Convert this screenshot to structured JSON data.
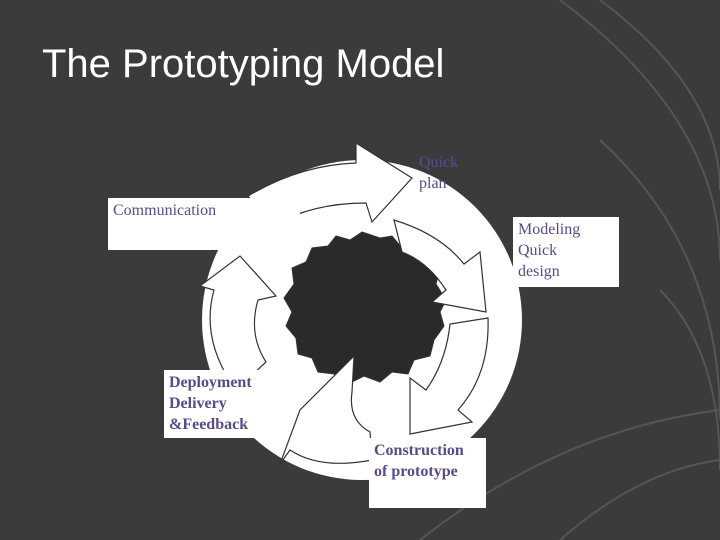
{
  "slide": {
    "title": "The Prototyping Model",
    "background_color": "#3b3b3b",
    "accent_color": "#2a2a2a",
    "label_color": "#5a4a8a"
  },
  "diagram": {
    "type": "cycle",
    "steps": [
      {
        "id": "communication",
        "lines": [
          "Communication"
        ]
      },
      {
        "id": "quick-plan",
        "lines": [
          "Quick",
          "plan"
        ]
      },
      {
        "id": "modeling",
        "lines": [
          "Modeling",
          "Quick",
          "design"
        ]
      },
      {
        "id": "construction",
        "lines": [
          "Construction",
          "of prototype"
        ]
      },
      {
        "id": "deployment",
        "lines": [
          "Deployment",
          "Delivery",
          "&Feedback"
        ]
      }
    ]
  }
}
